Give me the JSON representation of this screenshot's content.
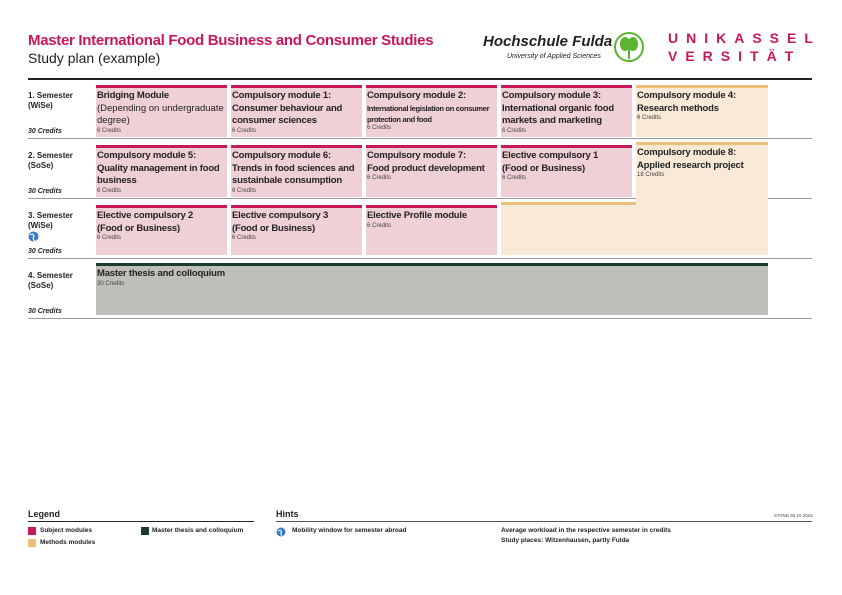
{
  "header": {
    "title": "Master International Food Business and Consumer Studies",
    "subtitle": "Study plan (example)",
    "logo_fulda": "Hochschule Fulda",
    "logo_fulda_sub": "University of Applied Sciences",
    "logo_kassel_line1": "UNIKASSEL",
    "logo_kassel_line2": "VERSITÄT"
  },
  "semesters": [
    {
      "label": "1. Semester",
      "term": "(WiSe)",
      "credits": "30 Credits"
    },
    {
      "label": "2. Semester",
      "term": "(SoSe)",
      "credits": "30 Credits"
    },
    {
      "label": "3. Semester",
      "term": "(WiSe)",
      "credits": "30 Credits"
    },
    {
      "label": "4. Semester",
      "term": "(SoSe)",
      "credits": "30 Credits"
    }
  ],
  "modules": {
    "bridging": {
      "title": "Bridging Module",
      "sub": "(Depending on undergraduate degree)",
      "credits": "6 Credits"
    },
    "m1": {
      "title": "Compulsory module 1:",
      "sub": "Consumer behaviour and consumer sciences",
      "credits": "6 Credits"
    },
    "m2": {
      "title": "Compulsory module 2:",
      "sub": "International legislation on consumer protection and food",
      "credits": "6 Credits"
    },
    "m3": {
      "title": "Compulsory module 3:",
      "sub": "International organic food markets and marketing",
      "credits": "6 Credits"
    },
    "m4": {
      "title": "Compulsory module 4:",
      "sub": "Research methods",
      "credits": "6 Credits"
    },
    "m5": {
      "title": "Compulsory module 5:",
      "sub": "Quality management in food business",
      "credits": "6 Credits"
    },
    "m6": {
      "title": "Compulsory module 6:",
      "sub": "Trends in food sciences and sustainbale consumption",
      "credits": "6 Credits"
    },
    "m7": {
      "title": "Compulsory module 7:",
      "sub": "Food product development",
      "credits": "6 Credits"
    },
    "e1": {
      "title": "Elective compulsory 1",
      "sub": "(Food or Business)",
      "credits": "6 Credits"
    },
    "m8": {
      "title": "Compulsory module 8:",
      "sub": "Applied research project",
      "credits": "18 Credits"
    },
    "e2": {
      "title": "Elective compulsory 2",
      "sub": "(Food or Business)",
      "credits": "6 Credits"
    },
    "e3": {
      "title": "Elective compulsory 3",
      "sub": "(Food or Business)",
      "credits": "6 Credits"
    },
    "ep": {
      "title": "Elective Profile module",
      "credits": "6 Credits"
    },
    "thesis": {
      "title": "Master thesis and colloquium",
      "credits": "30 Credits"
    }
  },
  "legend": {
    "title": "Legend",
    "subject": "Subject modules",
    "methods": "Methods modules",
    "thesis": "Master thesis and colloquium"
  },
  "hints": {
    "title": "Hints",
    "mobility": "Mobility window for semester abroad",
    "workload": "Average workload in the respective semester in credits",
    "places": "Study places: Witzenhausen, partly Fulda",
    "stand": "STAND 30.10.2024"
  },
  "colors": {
    "subject": "#c8185a",
    "methods": "#ecc07a",
    "thesis": "#1d3a2c"
  }
}
